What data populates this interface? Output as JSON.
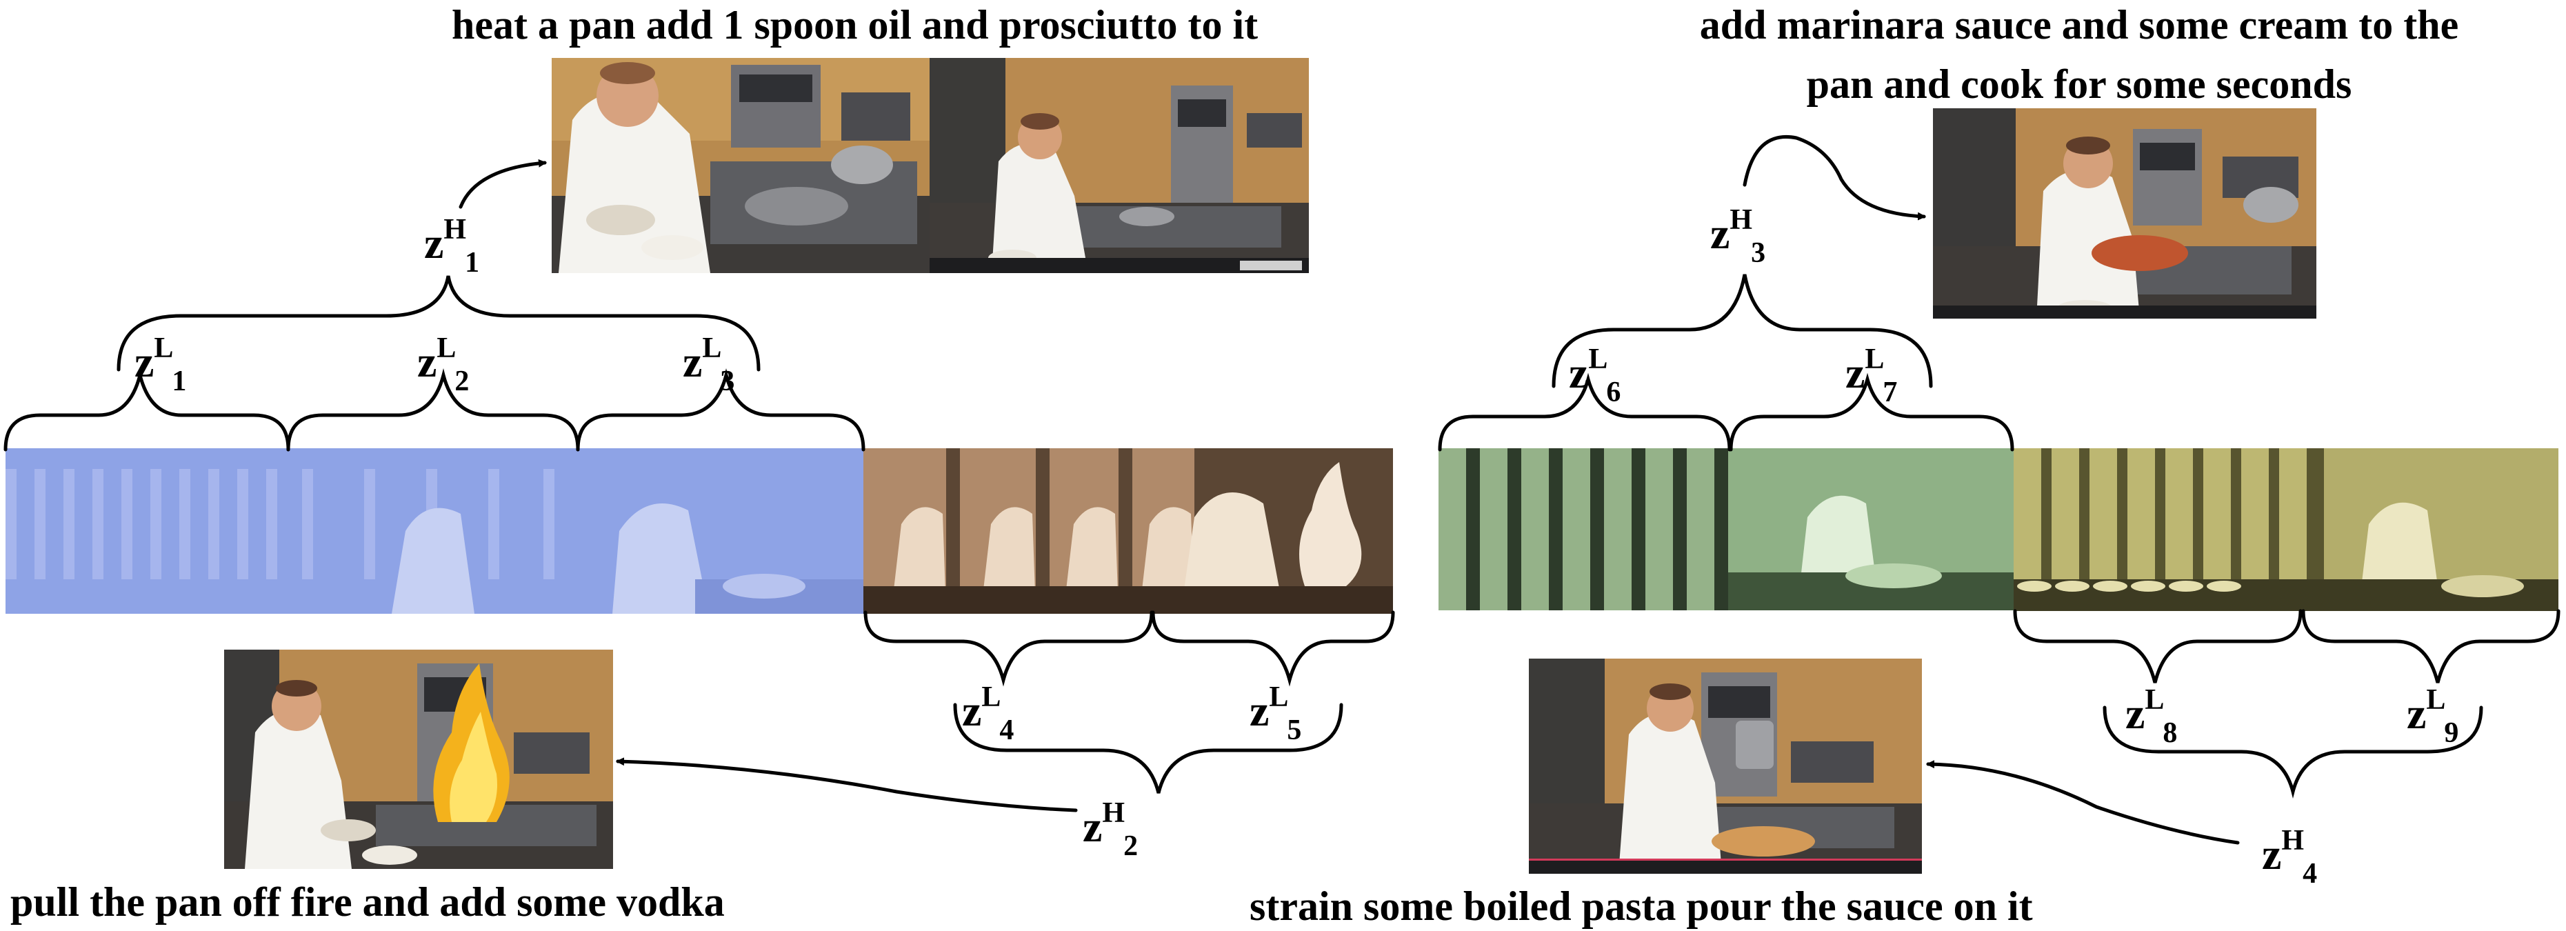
{
  "captions": {
    "step_1": "heat a pan add 1 spoon oil and prosciutto to it",
    "step_2": "pull the pan off fire and add some vodka",
    "step_3_line1": "add marinara sauce and some cream to the",
    "step_3_line2": "pan and cook for some seconds",
    "step_4": "strain some boiled pasta pour the sauce on it"
  },
  "high_level_labels": [
    {
      "base": "z",
      "sup": "H",
      "sub": "1"
    },
    {
      "base": "z",
      "sup": "H",
      "sub": "2"
    },
    {
      "base": "z",
      "sup": "H",
      "sub": "3"
    },
    {
      "base": "z",
      "sup": "H",
      "sub": "4"
    }
  ],
  "low_level_labels": [
    {
      "base": "z",
      "sup": "L",
      "sub": "1"
    },
    {
      "base": "z",
      "sup": "L",
      "sub": "2"
    },
    {
      "base": "z",
      "sup": "L",
      "sub": "3"
    },
    {
      "base": "z",
      "sup": "L",
      "sub": "4"
    },
    {
      "base": "z",
      "sup": "L",
      "sub": "5"
    },
    {
      "base": "z",
      "sup": "L",
      "sub": "6"
    },
    {
      "base": "z",
      "sup": "L",
      "sub": "7"
    },
    {
      "base": "z",
      "sup": "L",
      "sub": "8"
    },
    {
      "base": "z",
      "sup": "L",
      "sub": "9"
    }
  ],
  "segment_tints": {
    "segment_1": "#8ea3e6",
    "segment_2": "#b08a6a",
    "segment_3": "#a8c79a",
    "segment_4": "#c9c27a"
  }
}
